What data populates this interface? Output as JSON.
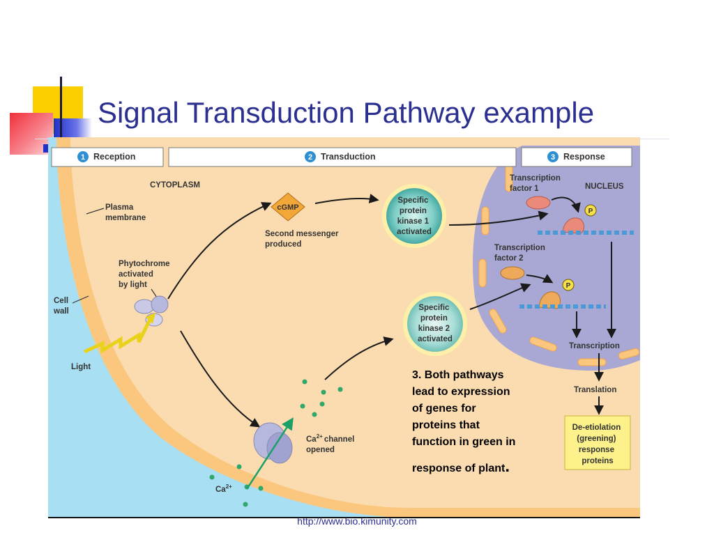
{
  "slide": {
    "title": "Signal Transduction Pathway example",
    "source_url": "http://www.bio.kimunity.com"
  },
  "colors": {
    "title": "#2b2f8f",
    "cytoplasm": "#fbdcb0",
    "cell_wall": "#fbc77f",
    "outside": "#a9dff2",
    "nucleus": "#a9a7d3",
    "response_box": "#fdf18c",
    "deco_yellow": "#fcd000",
    "deco_red": "#f0303a",
    "deco_blue": "#2030c8"
  },
  "steps": [
    {
      "number": "1",
      "label": "Reception"
    },
    {
      "number": "2",
      "label": "Transduction"
    },
    {
      "number": "3",
      "label": "Response"
    }
  ],
  "labels": {
    "cytoplasm": "CYTOPLASM",
    "nucleus": "NUCLEUS",
    "plasma_membrane": [
      "Plasma",
      "membrane"
    ],
    "cell_wall": [
      "Cell",
      "wall"
    ],
    "phytochrome": [
      "Phytochrome",
      "activated",
      "by light"
    ],
    "light": "Light",
    "cgmp": "cGMP",
    "second_messenger": [
      "Second messenger",
      "produced"
    ],
    "kinase1": [
      "Specific",
      "protein",
      "kinase 1",
      "activated"
    ],
    "kinase2": [
      "Specific",
      "protein",
      "kinase 2",
      "activated"
    ],
    "tf1": [
      "Transcription",
      "factor 1"
    ],
    "tf2": [
      "Transcription",
      "factor 2"
    ],
    "phosphate": "P",
    "ca_channel": [
      "channel",
      "opened"
    ],
    "ca_symbol": "Ca",
    "ca_charge": "2+",
    "transcription": "Transcription",
    "translation": "Translation",
    "response_proteins": [
      "De-etiolation",
      "(greening)",
      "response",
      "proteins"
    ]
  },
  "note": {
    "lines": [
      "3. Both pathways",
      "lead to expression",
      "of genes for",
      "proteins that",
      "function in green in",
      "response of plant"
    ],
    "terminal": "."
  }
}
